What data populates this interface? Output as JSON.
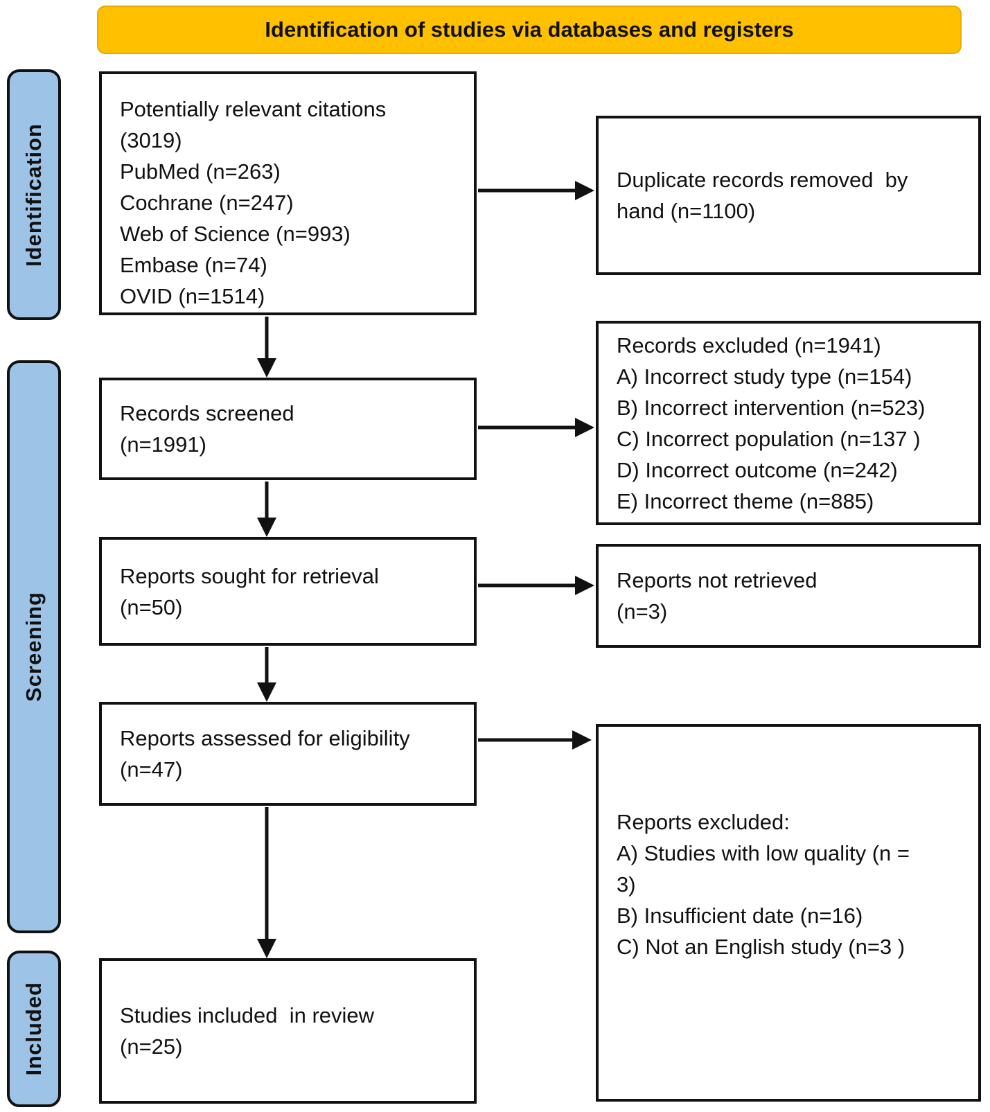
{
  "banner": {
    "label": "Identification of studies via databases and registers"
  },
  "colors": {
    "banner_bg": "#FFC000",
    "stage_bg": "#9DC3E6",
    "box_border": "#111111",
    "arrow": "#111111"
  },
  "stages": {
    "identification": {
      "label": "Identification"
    },
    "screening": {
      "label": "Screening"
    },
    "included": {
      "label": "Included"
    }
  },
  "boxes": {
    "citations": {
      "lines": [
        "Potentially relevant citations",
        "(3019)",
        "PubMed (n=263)",
        "Cochrane (n=247)",
        "Web of Science (n=993)",
        "Embase (n=74)",
        "OVID (n=1514)"
      ]
    },
    "duplicates": {
      "lines": [
        "Duplicate records removed  by",
        "hand (n=1100)"
      ]
    },
    "screened": {
      "lines": [
        "Records screened",
        "(n=1991)"
      ]
    },
    "records_excluded": {
      "lines": [
        "Records excluded (n=1941)",
        "A) Incorrect study type (n=154)",
        "B) Incorrect intervention (n=523)",
        "C) Incorrect population (n=137 )",
        "D) Incorrect outcome (n=242)",
        "E) Incorrect theme (n=885)"
      ]
    },
    "sought": {
      "lines": [
        "Reports sought for retrieval",
        "(n=50)"
      ]
    },
    "not_retrieved": {
      "lines": [
        "Reports not retrieved",
        "(n=3)"
      ]
    },
    "assessed": {
      "lines": [
        "Reports assessed for eligibility",
        "(n=47)"
      ]
    },
    "reports_excluded": {
      "lines": [
        "Reports excluded:",
        "A) Studies with low quality (n =",
        "3)",
        "B) Insufficient date (n=16)",
        "C) Not an English study (n=3 )"
      ]
    },
    "included_review": {
      "lines": [
        "Studies included  in review",
        "(n=25)"
      ]
    }
  }
}
